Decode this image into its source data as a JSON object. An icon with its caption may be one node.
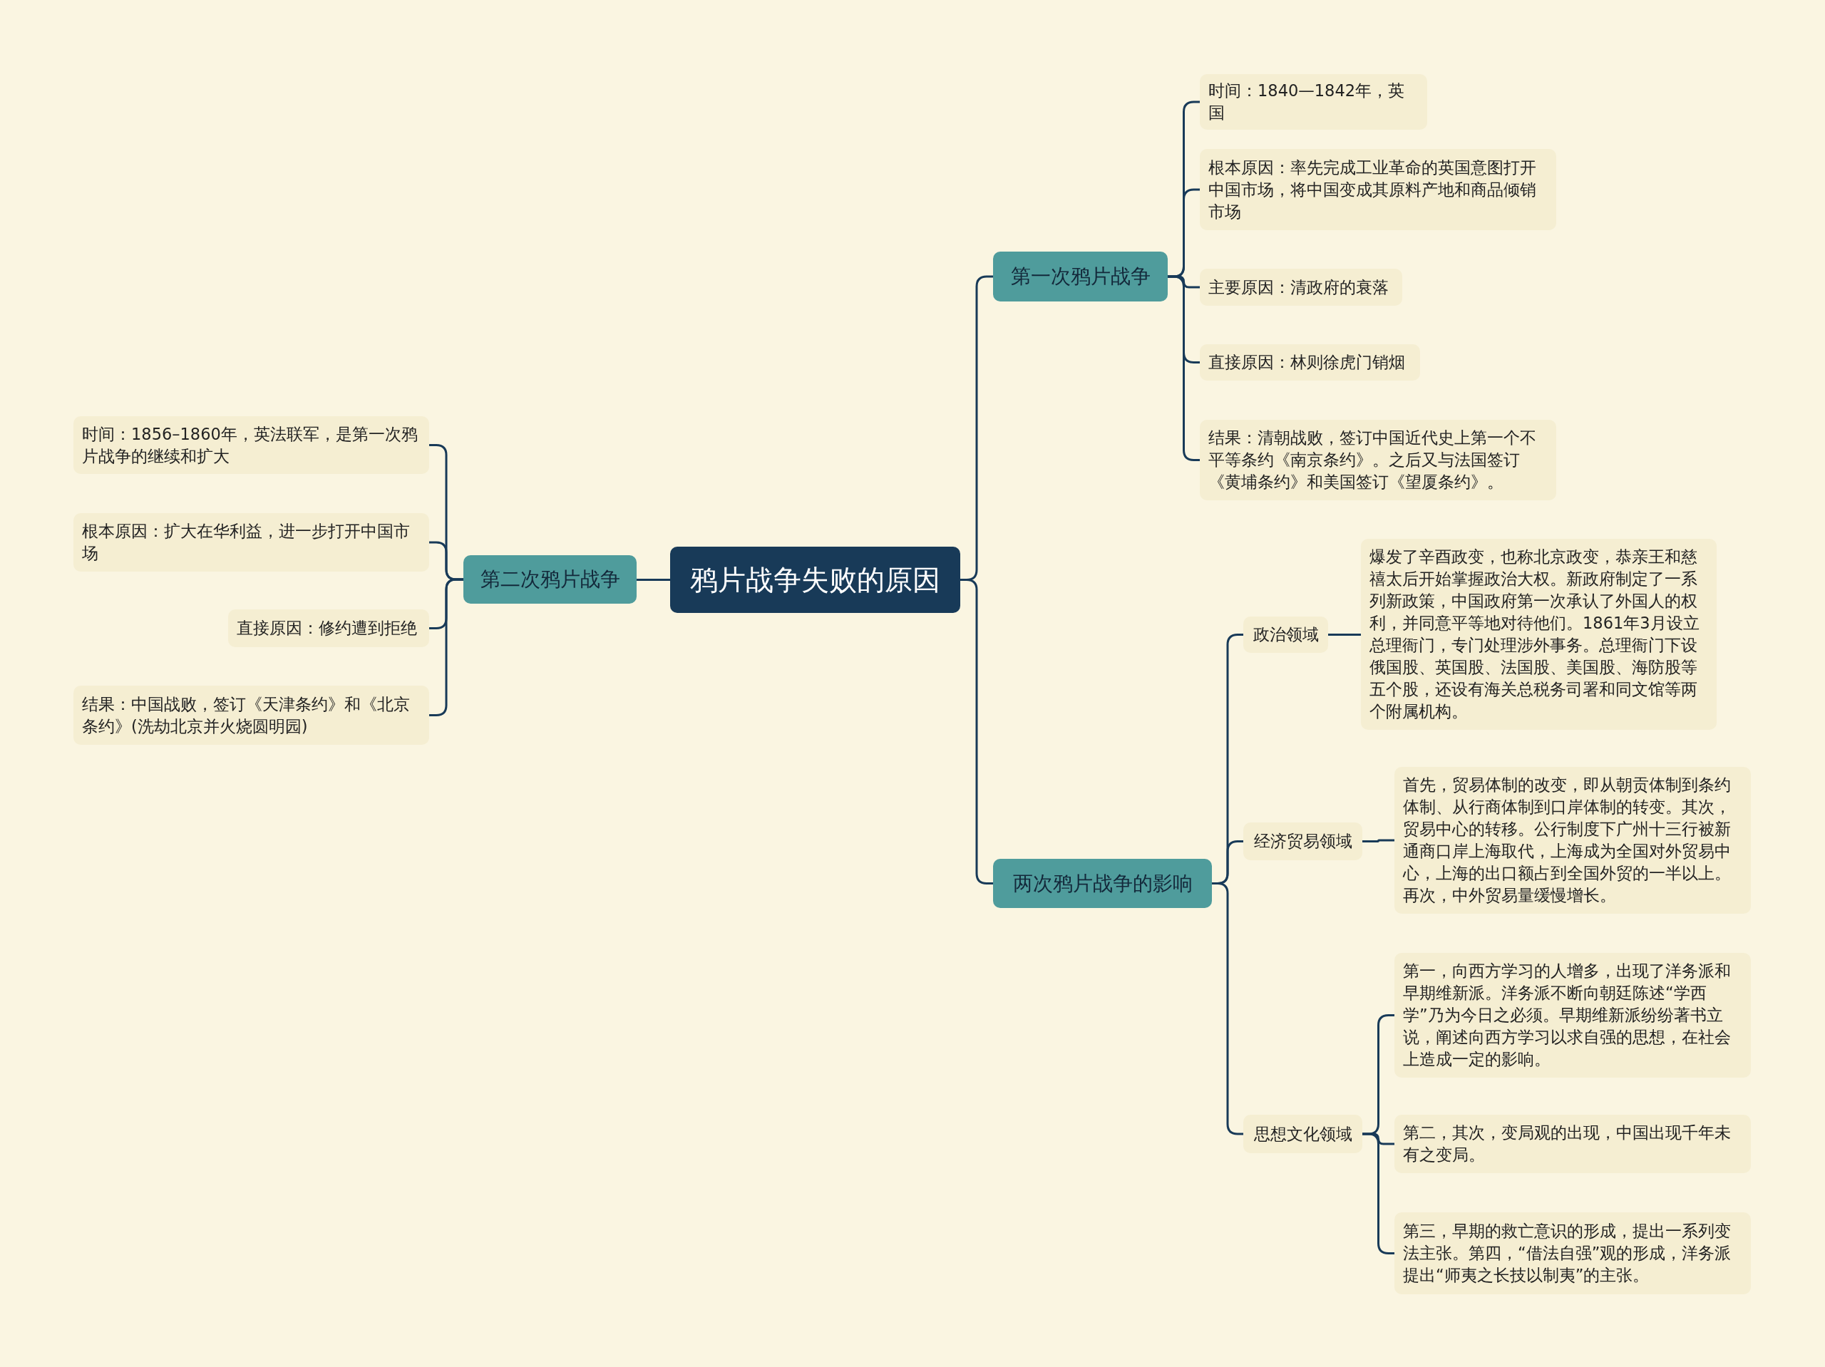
{
  "diagram": {
    "nodes": [
      {
        "text": [
          "鸦片战争失败的原因"
        ]
      },
      {
        "text": [
          "第二次鸦片战争"
        ]
      },
      {
        "text": [
          "时间：1856–1860年，英法联军，是第一次鸦片战争的继续和扩大"
        ]
      },
      {
        "text": [
          "根本原因：扩大在华利益，进一步打开中国市场"
        ]
      },
      {
        "text": [
          "直接原因：修约遭到拒绝"
        ]
      },
      {
        "text": [
          "结果：中国战败，签订《天津条约》和《北京条约》(洗劫北京并火烧圆明园)"
        ]
      },
      {
        "text": [
          "第一次鸦片战争"
        ]
      },
      {
        "text": [
          "时间：1840—1842年，英国"
        ]
      },
      {
        "text": [
          "根本原因：率先完成工业革命的英国意图打开中国市场，将中国变成其原料产地和商品倾销市场"
        ]
      },
      {
        "text": [
          "主要原因：清政府的衰落"
        ]
      },
      {
        "text": [
          "直接原因：林则徐虎门销烟"
        ]
      },
      {
        "text": [
          "结果：清朝战败，签订中国近代史上第一个不平等条约《南京条约》。之后又与法国签订《黄埔条约》和美国签订《望厦条约》。"
        ]
      },
      {
        "text": [
          "两次鸦片战争的影响"
        ]
      },
      {
        "text": [
          "政治领域"
        ]
      },
      {
        "text": [
          "爆发了辛酉政变，也称北京政变，恭亲王和慈禧太后开始掌握政治大权。新政府制定了一系列新政策，中国政府第一次承认了外国人的权利，并同意平等地对待他们。1861年3月设立总理衙门，专门处理涉外事务。总理衙门下设俄国股、英国股、法国股、美国股、海防股等五个股，还设有海关总税务司署和同文馆等两个附属机构。"
        ]
      },
      {
        "text": [
          "经济贸易领域"
        ]
      },
      {
        "text": [
          "首先，贸易体制的改变，即从朝贡体制到条约体制、从行商体制到口岸体制的转变。其次，贸易中心的转移。公行制度下广州十三行被新通商口岸上海取代，上海成为全国对外贸易中心，上海的出口额占到全国外贸的一半以上。再次，中外贸易量缓慢增长。"
        ]
      },
      {
        "text": [
          "思想文化领域"
        ]
      },
      {
        "text": [
          "第一，向西方学习的人增多，出现了洋务派和早期维新派。洋务派不断向朝廷陈述“学西学”乃为今日之必须。早期维新派纷纷著书立说，阐述向西方学习以求自强的思想，在社会上造成一定的影响。"
        ]
      },
      {
        "text": [
          "第二，其次，变局观的出现，中国出现千年未有之变局。"
        ]
      },
      {
        "text": [
          "第三，早期的救亡意识的形成，提出一系列变法主张。第四，“借法自强”观的形成，洋务派提出“师夷之长技以制夷”的主张。"
        ]
      }
    ],
    "edges": [
      {
        "from": 0,
        "to": 1,
        "arrow": "none"
      },
      {
        "from": 1,
        "to": 2,
        "arrow": "none"
      },
      {
        "from": 1,
        "to": 3,
        "arrow": "none"
      },
      {
        "from": 1,
        "to": 4,
        "arrow": "none"
      },
      {
        "from": 1,
        "to": 5,
        "arrow": "none"
      },
      {
        "from": 0,
        "to": 6,
        "arrow": "none"
      },
      {
        "from": 6,
        "to": 7,
        "arrow": "none"
      },
      {
        "from": 6,
        "to": 8,
        "arrow": "none"
      },
      {
        "from": 6,
        "to": 9,
        "arrow": "none"
      },
      {
        "from": 6,
        "to": 10,
        "arrow": "none"
      },
      {
        "from": 6,
        "to": 11,
        "arrow": "none"
      },
      {
        "from": 0,
        "to": 12,
        "arrow": "none"
      },
      {
        "from": 12,
        "to": 13,
        "arrow": "none"
      },
      {
        "from": 13,
        "to": 14,
        "arrow": "none"
      },
      {
        "from": 12,
        "to": 15,
        "arrow": "none"
      },
      {
        "from": 15,
        "to": 16,
        "arrow": "none"
      },
      {
        "from": 12,
        "to": 17,
        "arrow": "none"
      },
      {
        "from": 17,
        "to": 18,
        "arrow": "none"
      },
      {
        "from": 17,
        "to": 19,
        "arrow": "none"
      },
      {
        "from": 17,
        "to": 20,
        "arrow": "none"
      }
    ]
  }
}
